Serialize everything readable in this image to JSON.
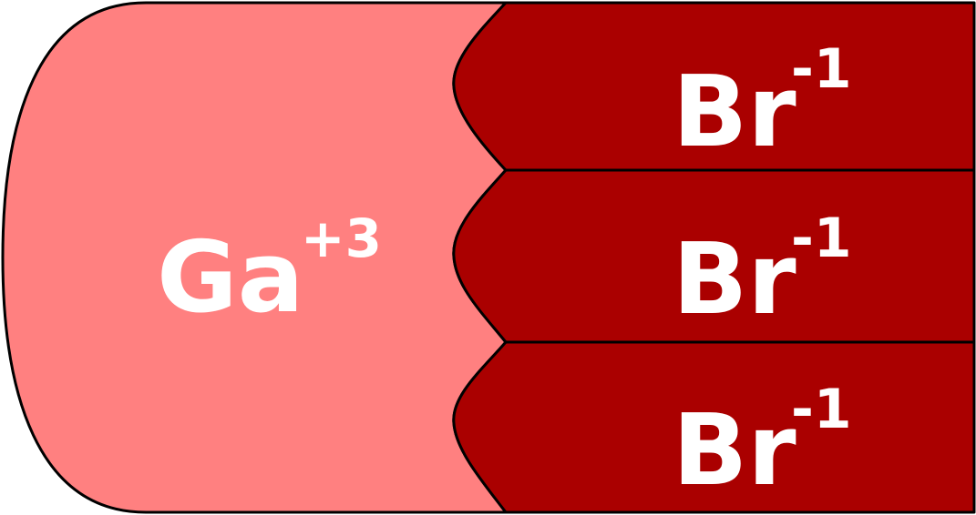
{
  "cation": {
    "symbol": "Ga",
    "charge": "+3",
    "color": "#ff8080"
  },
  "anions": [
    {
      "symbol": "Br",
      "charge": "-1",
      "color": "#aa0000"
    },
    {
      "symbol": "Br",
      "charge": "-1",
      "color": "#aa0000"
    },
    {
      "symbol": "Br",
      "charge": "-1",
      "color": "#aa0000"
    }
  ],
  "outline_color": "#000000"
}
